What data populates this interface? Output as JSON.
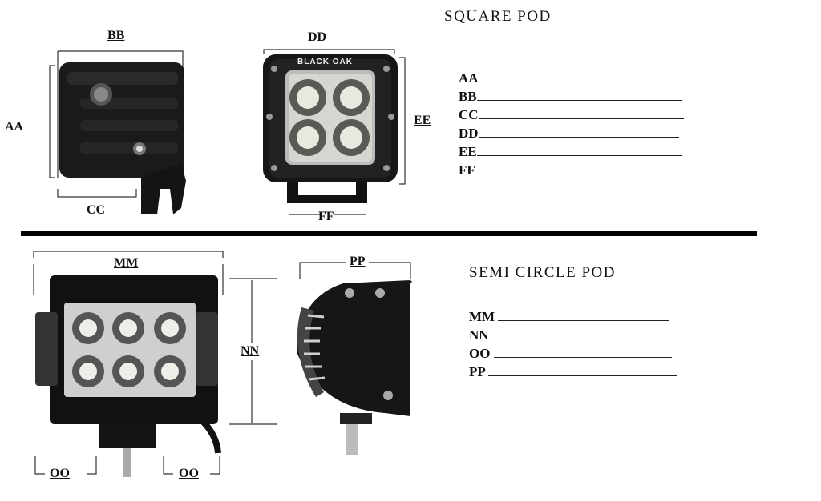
{
  "square": {
    "title": "SQUARE   POD",
    "dims": {
      "aa": "AA",
      "bb": "BB",
      "cc": "CC",
      "dd": "DD",
      "ee": "EE",
      "ff": "FF"
    },
    "brand": "BLACK OAK",
    "fields": [
      "AA",
      "BB",
      "CC",
      "DD",
      "EE",
      "FF"
    ]
  },
  "semi": {
    "title": "SEMI   CIRCLE   POD",
    "dims": {
      "mm": "MM",
      "nn": "NN",
      "oo_left": "OO",
      "oo_right": "OO",
      "pp": "PP"
    },
    "fields": [
      "MM",
      "NN",
      "OO",
      "PP"
    ]
  }
}
